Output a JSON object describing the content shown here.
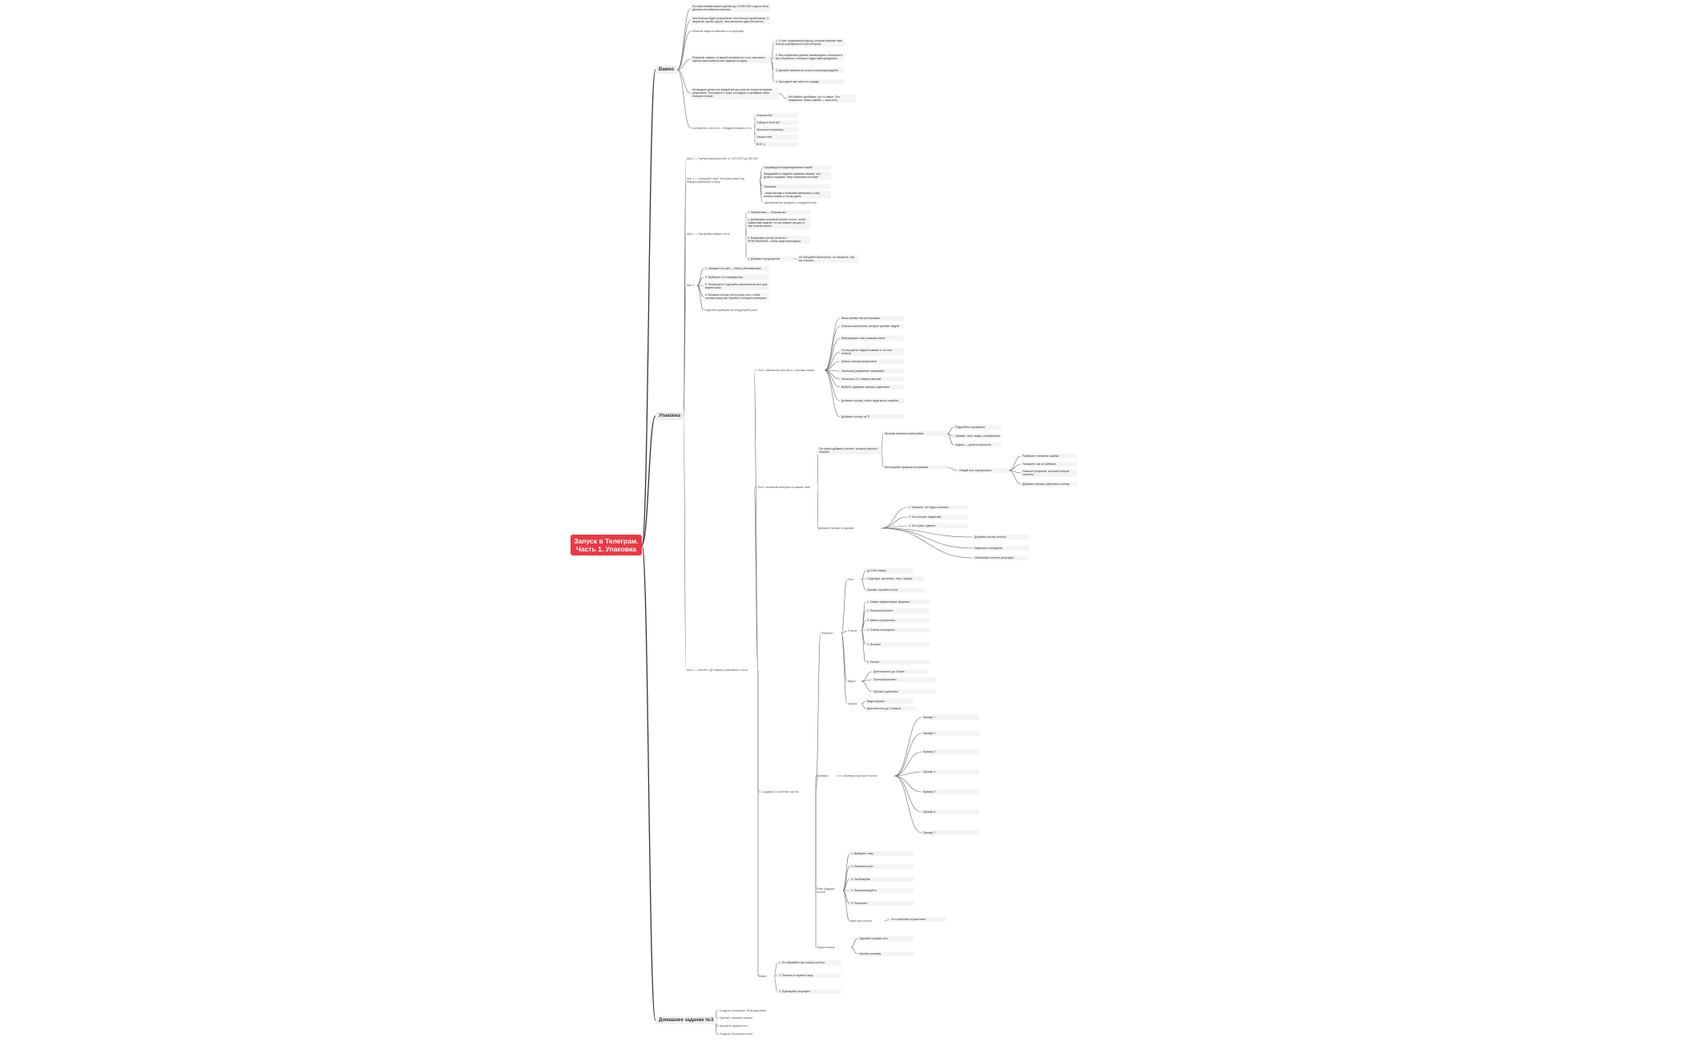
{
  "root": {
    "line1": "Запуск в Телеграм.",
    "line2": "Часть 1. Упаковка"
  },
  "branches": {
    "important": "Важно",
    "packaging": "Упаковка",
    "homework": "Домашнее задание №3"
  },
  "important": {
    "n1": "По этим схемам можно сделать до 10 000 000 с одного бота. Дальше нестабильна воронка.",
    "n2a": "Чем больше будет результатов, тем больше заработаешь. 3 закрытые сделки лучше, чем расписать идеи бесплатно.",
    "n2b": "Общение ведется вежливо и по-доброму.",
    "n3": "Результат зависит от вашей активности и того, насколько хорошо выполняются все задания из курса.",
    "n3s1": "1. Стиль: правильный подход, который поможет вам быстро разобраться в сути вопроса.",
    "n3s2": "2. Все собранные данные анализируем, а вопросы я все обработаю, которые и будет ваш фундамент.",
    "n3s3": "3. Делайте заметки на полях и коллекционируйте.",
    "n3s4": "4. Проходите все шаги по порядку.",
    "n4": "Не вводите деньги на первый месяц, пока не получите первые результаты. Поговорите с теми, кто рядом, и проверьте свою позицию в нише.",
    "n4s": "Не бойтесь пробовать что-то новое. Это нормально. Ваши ошибки — ваш опыт.",
    "n5": "Сообщество и кто есть. Обсудите вопросы. Кто",
    "n5s1": "Сначала бот",
    "n5s2": "Собери в боте всё",
    "n5s3": "Прогоните аналитику",
    "n5s4": "Пишите мне",
    "n5s5": "ВСЕ =)"
  },
  "steps": {
    "s0": "Шаг 0 — Оценка возможностей: от 100 000 ₽ до 350 000",
    "s1": "Шаг 1 — Оформите свой Телеграм-канал под позиционирование и нишу",
    "s1a": "Сформируй позиционирование нашей",
    "s1b": "Придумайте и задайте название канала, оно должно отражать тему и вызывать интерес",
    "s1c": "Описание",
    "s1d": "- ваши методы и полезные материалы, кому полезен канал и что вы даете",
    "s1e": "- указываем все форматы сотрудничества",
    "s2": "Шаг 2 — Настройка первого поста",
    "s2a": "1. Приветствие — Знакомство",
    "s2b": "2. Добавляем полезный контент в пост, чтобы подписчики видели, что вы можете им дать и чем полезен канал",
    "s2c": "3. Вставляем ссылку на бота и ПРИГЛАШЕНИЕ, чтобы люди переходили",
    "s2d": "4. Добавьте предложение",
    "s2ds": "Не обещайте бесплатное, но покажите, чем вы полезны",
    "s3": "Шаг 3",
    "s3a": "1. Заходите на сайт — Кейсы (Автоворонки)",
    "s3b": "2. Выберите 3-4 направления",
    "s3c": "3. Посмотрите и сделайте аналогичный пост для вашей ниши",
    "s3d": "4. Вставьте ссылку на бота для того, чтобы человек сразу мог перейти и получить материал",
    "s3e": "Подробно разберём на следующем уроке",
    "s4": "Шаг 4 — Контент: ДО первого рекламного поста",
    "s4p1": "1. Пост: знакомство (кто вы и о чем ваш канал)",
    "s4p1a": "Ваша экспертная фотография",
    "s4p1b": "Сначала вступление, которое цепляет людей",
    "s4p1c": "Информация о вас и вашем опыте",
    "s4p1d": "Что вы даете людям в канале и что они получат",
    "s4p1e": "Кратко о ваших результатах",
    "s4p1f": "Заголовок (привлекает внимание)",
    "s4p1g": "Несколько 3-4 главных мыслей",
    "s4p1h": "ВАЖНО: добавьте призыв к действию",
    "s4p1i": "Добавьте ссылку, чтобы люди могли перейти",
    "s4p1j": "Добавьте ссылку на ТГ",
    "s4p2": "2. Пост: полезный материал по вашей теме",
    "s4p2a": "Тут нужно добавить контент, который реально полезен",
    "s4p2b": "Прогрев интереса через кейсы",
    "s4p2c": "Используйте примеры из практики",
    "s4p2d": "Подробнее о форматах",
    "s4p2e": "Пример: текст, видео, изображения",
    "s4p2f": "Задача — донести ценность",
    "s4p2g": "Общий итог и результаты",
    "s4p2h": "Разберите типичные ошибки",
    "s4p2i": "Покажите, как их избежать",
    "s4p2j": "Опишите результат, который получит читатель",
    "s4p2k": "Добавьте призыв к действию в конце",
    "s4p3": "Добавьте призыв к подписке",
    "s4p3a": "1. Опишите, что будет в канале",
    "s4p3b": "2. Что получит подписчик",
    "s4p3c": "3. Что нужно сделать",
    "s4p3d": "Добавьте ссылку на бота",
    "s4p3e": "Закрепите сообщение",
    "s4p3f": "Обновляйте контент регулярно",
    "s4p4": "3. Создание 3 полезных постов",
    "s4f": "Форматы",
    "s4fa": "Пост",
    "s4fb": "Статья",
    "s4fc": "Видео",
    "s4fd": "Кружок",
    "s4fa1": "до 1000 знаков",
    "s4fa2": "Структура: заголовок, текст, призыв",
    "s4fa3": "Пример хорошего поста",
    "s4fb1": "1. Самые эффективные форматы",
    "s4fb2": "2. Полезный контент",
    "s4fb3": "3. Кейсы и результаты",
    "s4fb4": "4. Ответы на вопросы",
    "s4fb5": "5. Истории",
    "s4fb6": "6. Личное",
    "s4fc1": "Длительность до 15 мин",
    "s4fc2": "Полезный контент",
    "s4fc3": "Призыв к действию",
    "s4fd1": "Видео-кружок",
    "s4fd2": "Длительность до 1 минуты",
    "s4ex": "Примеры",
    "s4exa": "Примеры хороших постов",
    "s4ex1": "Пример 1",
    "s4ex2": "Пример 2",
    "s4ex3": "Пример 3",
    "s4ex4": "Пример 4",
    "s4ex5": "Пример 5",
    "s4ex6": "Пример 6",
    "s4ex7": "Пример 7",
    "s4pl": "План будущих постов",
    "s4pl1": "1. Выберите тему",
    "s4pl2": "2. Напишите пост",
    "s4pl3": "3. Опубликуйте",
    "s4pl4": "4. Проанализируйте",
    "s4pl5": "5. Повторите",
    "s4pl6": "Идеи для постов",
    "s4pl7": "Что сработало лучше всего",
    "s4z": "Запуск канала",
    "s4z1": "Сделайте первый пост",
    "s4z2": "Начните рекламу",
    "s4w": "Важно",
    "s4w1": "1. Не забывайте про ссылку на бота",
    "s4w2": "2. Пишите от первого лица",
    "s4w3": "3. Публикуйте регулярно"
  },
  "homework": {
    "h1": "1. Создать и упаковать Телеграм-канал",
    "h2": "2. Сделать описание канала",
    "h3": "3. Написать первый пост",
    "h4": "4. Создать 3 полезных поста"
  }
}
